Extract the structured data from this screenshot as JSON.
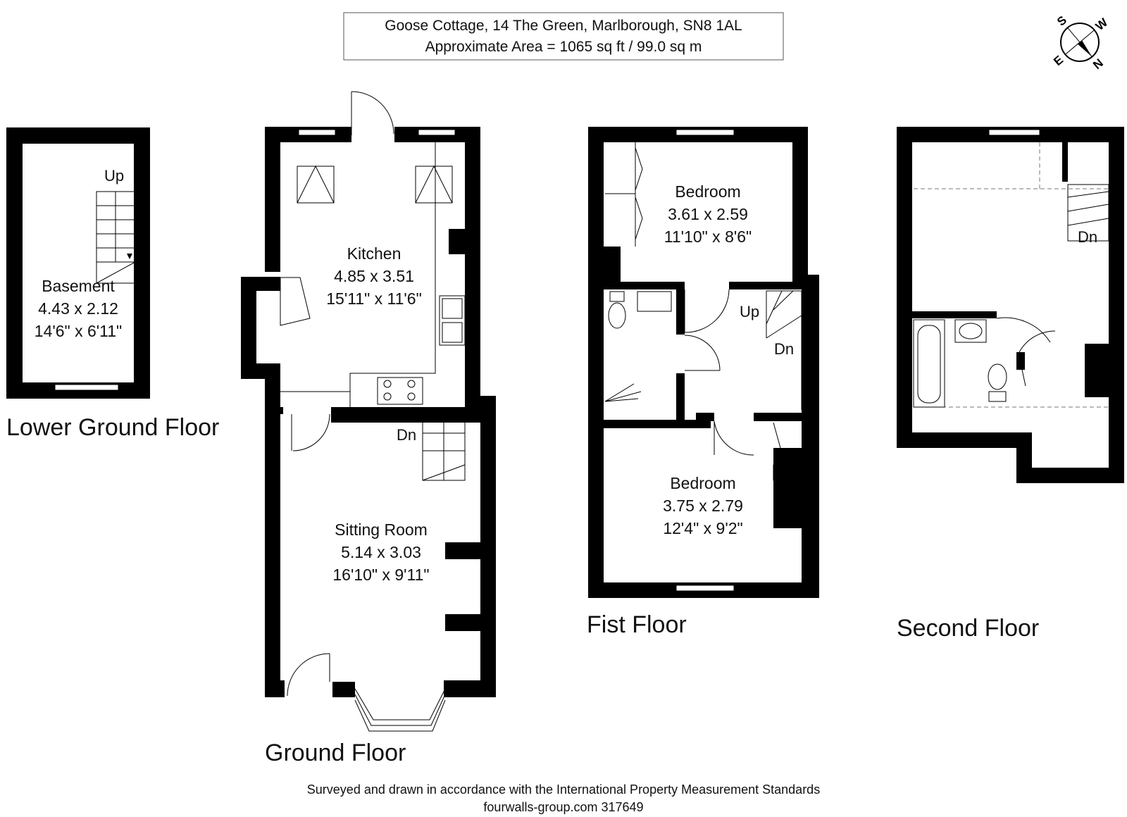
{
  "header": {
    "line1": "Goose Cottage, 14 The Green, Marlborough, SN8 1AL",
    "line2": "Approximate Area = 1065 sq ft / 99.0 sq m"
  },
  "compass": {
    "n": "N",
    "s": "S",
    "e": "E",
    "w": "W"
  },
  "floors": {
    "lower_ground": "Lower Ground Floor",
    "ground": "Ground Floor",
    "first": "Fist Floor",
    "second": "Second Floor"
  },
  "rooms": {
    "basement": {
      "name": "Basement",
      "metric": "4.43 x 2.12",
      "imperial": "14'6\" x 6'11\""
    },
    "kitchen": {
      "name": "Kitchen",
      "metric": "4.85 x 3.51",
      "imperial": "15'11\" x 11'6\""
    },
    "sitting_room": {
      "name": "Sitting Room",
      "metric": "5.14 x 3.03",
      "imperial": "16'10\" x 9'11\""
    },
    "bedroom_1": {
      "name": "Bedroom",
      "metric": "3.61 x 2.59",
      "imperial": "11'10\" x 8'6\""
    },
    "bedroom_2": {
      "name": "Bedroom",
      "metric": "3.75 x 2.79",
      "imperial": "12'4\" x 9'2\""
    }
  },
  "stairs": {
    "basement_up": "Up",
    "ground_dn": "Dn",
    "first_up": "Up",
    "first_dn": "Dn",
    "second_dn": "Dn"
  },
  "footer": {
    "line1": "Surveyed and drawn in accordance with the International Property Measurement Standards",
    "line2": "fourwalls-group.com 317649"
  }
}
